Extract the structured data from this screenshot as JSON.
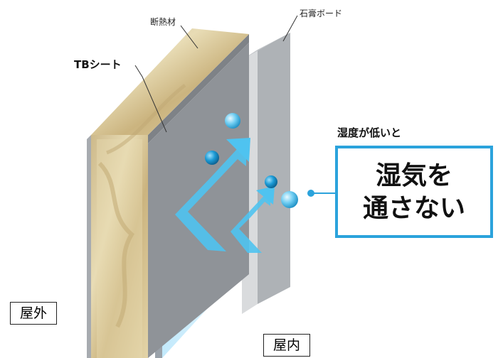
{
  "labels": {
    "insulation": "断熱材",
    "gypsum_board": "石膏ボード",
    "tb_sheet": "TBシート",
    "low_humidity": "湿度が低いと",
    "outdoor": "屋外",
    "indoor": "屋内"
  },
  "callout": {
    "line1": "湿気を",
    "line2": "通さない"
  },
  "colors": {
    "accent_blue": "#2ba3dc",
    "arrow_blue": "#4fc3f0",
    "membrane": "#cfeefd",
    "insulation": "#d8c695",
    "board": "#c8c8c8"
  }
}
